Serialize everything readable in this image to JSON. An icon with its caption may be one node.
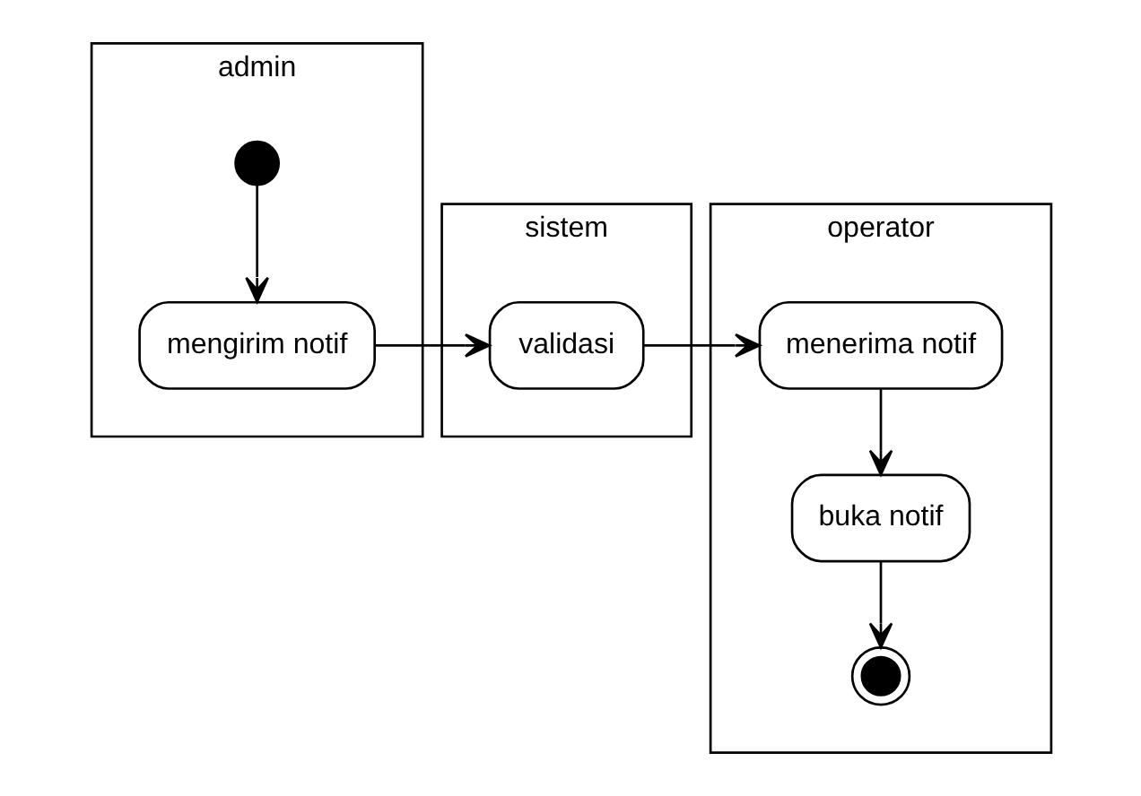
{
  "diagram": {
    "nodes": [
      {
        "text": [
          "admin"
        ]
      },
      {
        "text": [
          "sistem"
        ]
      },
      {
        "text": [
          "operator"
        ]
      },
      {
        "text": [],
        "shape": "circle",
        "in": 0
      },
      {
        "text": [
          "mengirim notif"
        ],
        "in": 0
      },
      {
        "text": [
          "validasi"
        ],
        "in": 1
      },
      {
        "text": [
          "menerima notif"
        ],
        "in": 2
      },
      {
        "text": [
          "buka notif"
        ],
        "in": 2
      },
      {
        "text": [],
        "shape": "circle",
        "in": 2
      }
    ],
    "edges": [
      {
        "from": 3,
        "to": 4,
        "arrow": "to"
      },
      {
        "from": 4,
        "to": 5,
        "arrow": "to"
      },
      {
        "from": 5,
        "to": 6,
        "arrow": "to"
      },
      {
        "from": 6,
        "to": 7,
        "arrow": "to"
      },
      {
        "from": 7,
        "to": 8,
        "arrow": "to"
      }
    ]
  }
}
